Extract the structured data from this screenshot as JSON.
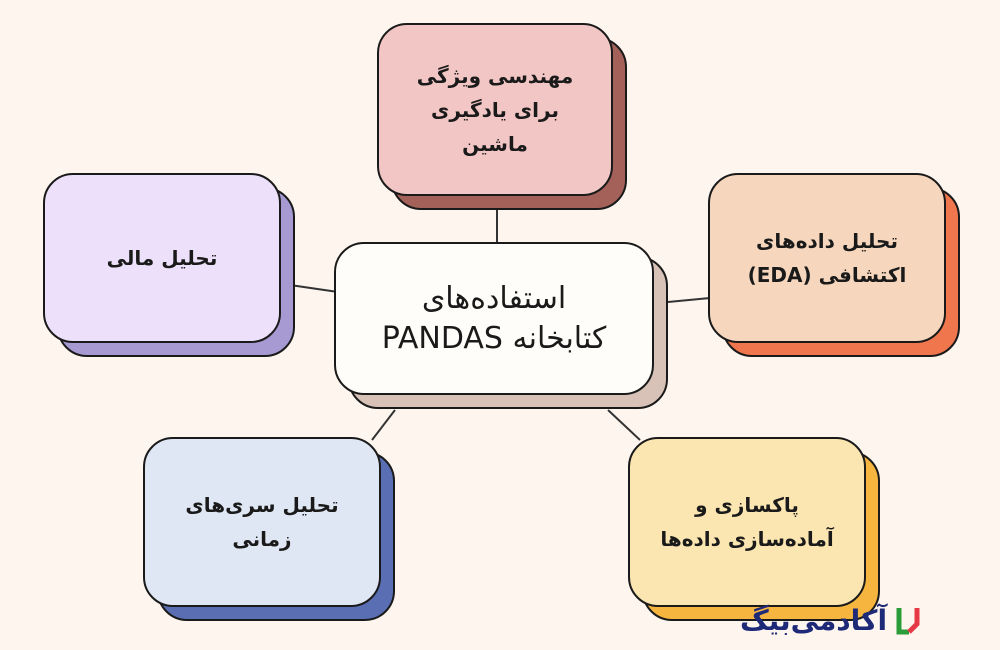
{
  "colors": {
    "background": "#fdf5ee",
    "outline": "#1a1a1a",
    "connector": "#333333"
  },
  "center": {
    "label": "استفاده‌های\nکتابخانه PANDAS",
    "fill": "#fffdf9",
    "shadow": "#d8c2b8"
  },
  "nodes": {
    "feature_engineering": {
      "label": "مهندسی ویژگی\nبرای یادگیری\nماشین",
      "fill": "#f2c6c4",
      "shadow": "#a4615a"
    },
    "financial_analysis": {
      "label": "تحلیل مالی",
      "fill": "#ede0fa",
      "shadow": "#a79ad3"
    },
    "eda": {
      "label": "تحلیل داده‌های\nاکتشافی (EDA)",
      "fill": "#f6d7bd",
      "shadow": "#f0764d"
    },
    "time_series": {
      "label": "تحلیل سری‌های\nزمانی",
      "fill": "#dfe7f4",
      "shadow": "#5a6fb3"
    },
    "data_cleaning": {
      "label": "پاکسازی و\nآماده‌سازی داده‌ها",
      "fill": "#fbe6b2",
      "shadow": "#f5b53f"
    }
  },
  "logo": {
    "text": "آکادمی‌بیگ",
    "mark_colors": [
      "#2a9d3a",
      "#e63946"
    ]
  }
}
